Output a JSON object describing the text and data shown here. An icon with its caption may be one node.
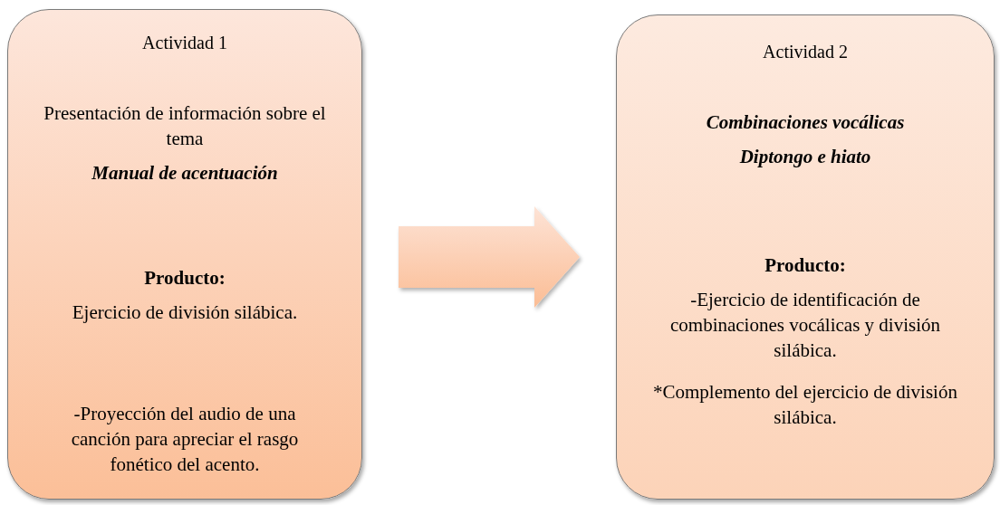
{
  "diagram": {
    "nodes": [
      {
        "text": [
          "Actividad 1",
          "Presentación de información sobre el tema",
          "Manual de acentuación",
          "Producto:",
          "Ejercicio de división silábica.",
          "-Proyección del audio de una canción para apreciar el rasgo fonético del acento."
        ]
      },
      {
        "text": [
          "Actividad 2",
          "Combinaciones vocálicas",
          "Diptongo e hiato",
          "Producto:",
          "-Ejercicio de identificación de combinaciones vocálicas y división silábica.",
          "*Complemento del ejercicio de división silábica."
        ]
      }
    ],
    "edges": [
      {
        "from": 0,
        "to": 1,
        "arrow": "to"
      }
    ]
  }
}
